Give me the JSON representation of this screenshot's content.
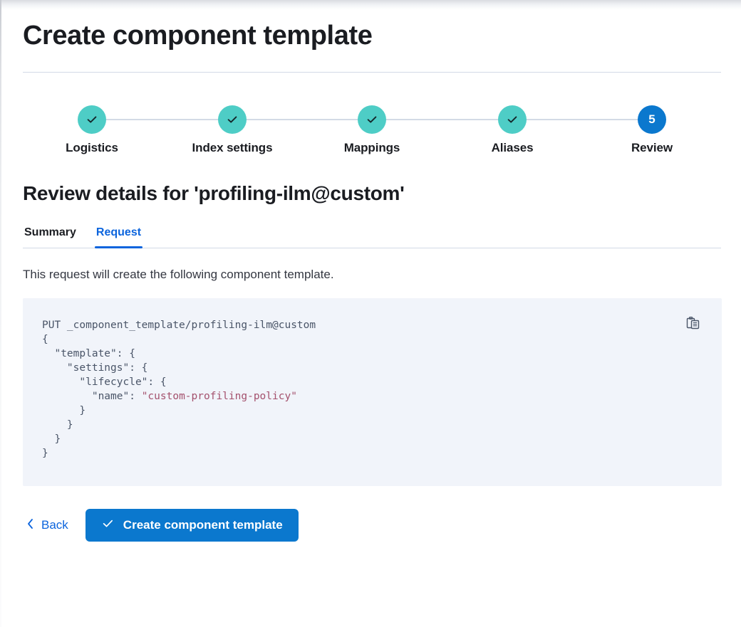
{
  "page": {
    "title": "Create component template"
  },
  "steps": {
    "items": [
      {
        "label": "Logistics",
        "number": "1",
        "state": "complete"
      },
      {
        "label": "Index settings",
        "number": "2",
        "state": "complete"
      },
      {
        "label": "Mappings",
        "number": "3",
        "state": "complete"
      },
      {
        "label": "Aliases",
        "number": "4",
        "state": "complete"
      },
      {
        "label": "Review",
        "number": "5",
        "state": "current"
      }
    ],
    "complete_color": "#4ecdc6",
    "current_color": "#0b78ce",
    "connector_color": "#d3dae6"
  },
  "review": {
    "heading": "Review details for 'profiling-ilm@custom'",
    "tabs": [
      {
        "label": "Summary",
        "active": false
      },
      {
        "label": "Request",
        "active": true
      }
    ],
    "active_tab_color": "#0b64dd",
    "description": "This request will create the following component template."
  },
  "code_block": {
    "request_line": "PUT _component_template/profiling-ilm@custom",
    "body_before_value": "{\n  \"template\": {\n    \"settings\": {\n      \"lifecycle\": {\n        \"name\": ",
    "string_value": "\"custom-profiling-policy\"",
    "body_after_value": "\n      }\n    }\n  }\n}",
    "background_color": "#f1f4fa",
    "string_color": "#a4516d",
    "copy_icon": "clipboard-copy-icon"
  },
  "footer": {
    "back_label": "Back",
    "back_icon": "chevron-left-icon",
    "submit_label": "Create component template",
    "submit_icon": "check-icon",
    "submit_color": "#0b78ce"
  }
}
